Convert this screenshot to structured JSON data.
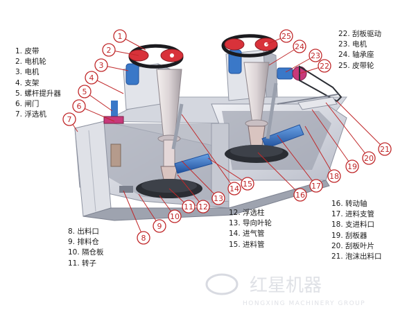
{
  "legend_left_top": [
    "1. 皮带",
    "2. 电机轮",
    "3. 电机",
    "4. 支架",
    "5. 螺杆提升器",
    "6. 闸门",
    "7. 浮选机"
  ],
  "legend_right_top": [
    "22. 刮板驱动",
    "23. 电机",
    "24. 轴承座",
    "25. 皮带轮"
  ],
  "legend_mid": [
    "12. 浮选柱",
    "13. 导向叶轮",
    "14. 进气管",
    "15. 进料管"
  ],
  "legend_left_bottom": [
    "8. 出料口",
    "9. 排料仓",
    "10. 隔仓板",
    "11. 转子"
  ],
  "legend_right_bottom": [
    "16. 转动轴",
    "17. 进料支管",
    "18. 支进料口",
    "19. 刮板器",
    "20. 刮板叶片",
    "21. 泡沫出料口"
  ],
  "callout_numbers": [
    "1",
    "2",
    "3",
    "4",
    "5",
    "6",
    "7",
    "8",
    "9",
    "10",
    "11",
    "12",
    "13",
    "14",
    "15",
    "16",
    "17",
    "18",
    "19",
    "20",
    "21",
    "22",
    "23",
    "24",
    "25"
  ],
  "watermark": {
    "cn": "红星机器",
    "en": "HONGXING MACHINERY GROUP"
  },
  "colors": {
    "callout": "#c0282a",
    "machine_light": "#e8e9ee",
    "machine_mid": "#c9ccd6",
    "machine_dark": "#8d92a0",
    "pipe_blue": "#3a78c8",
    "motor_red": "#d8323a",
    "motor_magenta": "#c8397a",
    "impeller": "#2a2d33"
  }
}
